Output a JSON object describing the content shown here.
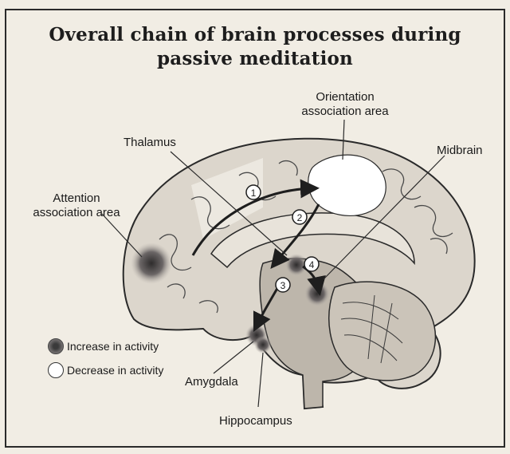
{
  "title": {
    "line1": "Overall chain of brain processes during",
    "line2": "passive meditation"
  },
  "labels": {
    "orientation_line1": "Orientation",
    "orientation_line2": "association area",
    "thalamus": "Thalamus",
    "midbrain": "Midbrain",
    "attention_line1": "Attention",
    "attention_line2": "association area",
    "amygdala": "Amygdala",
    "hippocampus": "Hippocampus"
  },
  "steps": [
    "1",
    "2",
    "3",
    "4"
  ],
  "legend": {
    "increase": "Increase in activity",
    "decrease": "Decrease in activity"
  },
  "colors": {
    "background": "#f1ede4",
    "brain_fill": "#dcd6cc",
    "outline": "#2a2a2a",
    "increase": "#3a3a3a",
    "decrease": "#ffffff"
  }
}
